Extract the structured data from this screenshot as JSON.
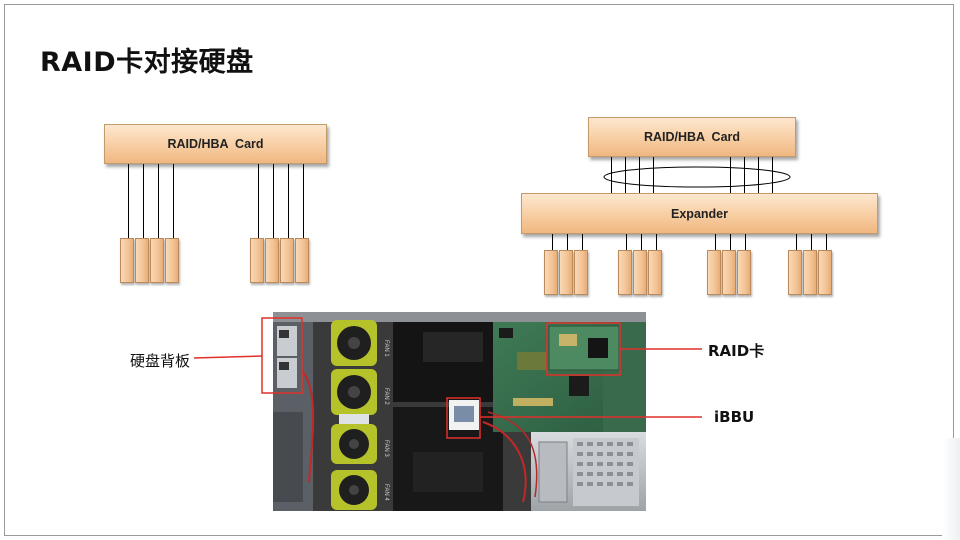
{
  "slide": {
    "title": "RAID卡对接硬盘"
  },
  "diagram_left": {
    "card_label": "RAID/HBA  Card"
  },
  "diagram_right": {
    "card_label": "RAID/HBA  Card",
    "expander_label": "Expander"
  },
  "photo": {
    "callouts": {
      "backplane": "硬盘背板",
      "raid_card": "RAID卡",
      "ibbu": "iBBU"
    },
    "fan_labels": [
      "FAN 1",
      "FAN 2",
      "FAN 3",
      "FAN 4"
    ]
  },
  "colors": {
    "box_fill": "#f8d0a6",
    "callout_red": "#e0302a"
  }
}
